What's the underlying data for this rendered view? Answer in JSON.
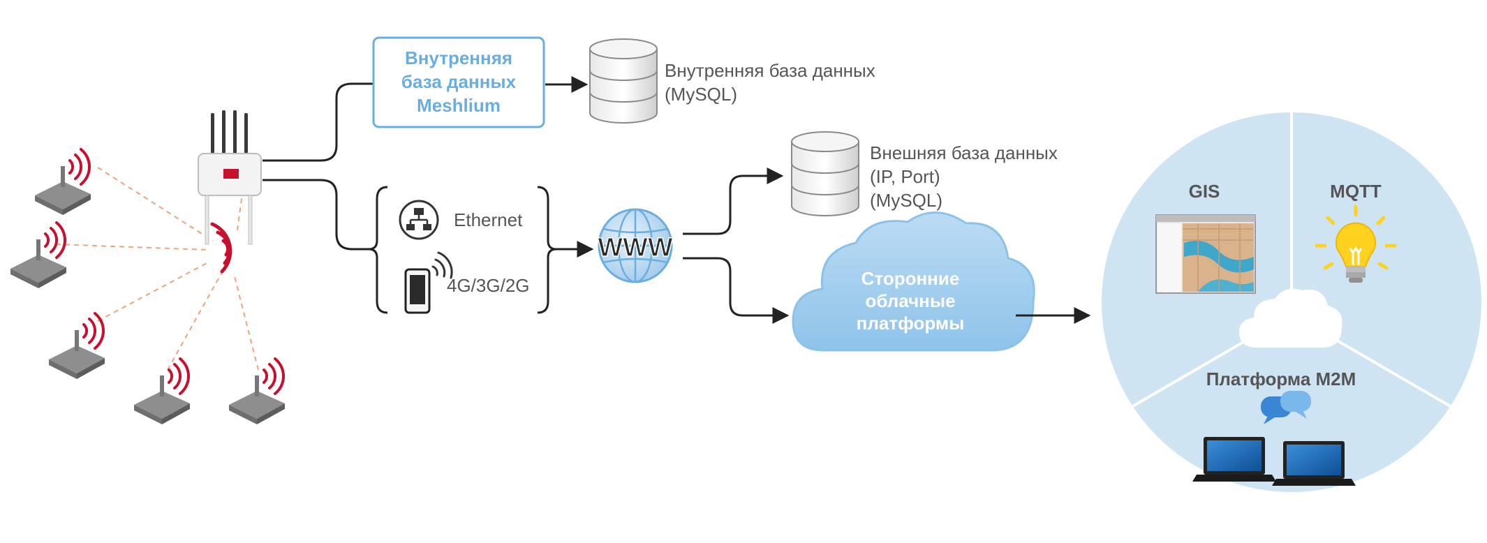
{
  "meshlium_db_box": {
    "line1": "Внутренняя",
    "line2": "база данных",
    "line3": "Meshlium"
  },
  "internal_db": {
    "line1": "Внутренняя база данных",
    "line2": "(MySQL)"
  },
  "external_db": {
    "line1": "Внешняя база данных",
    "line2": "(IP, Port)",
    "line3": "(MySQL)"
  },
  "connectivity": {
    "ethernet": "Ethernet",
    "cellular": "4G/3G/2G"
  },
  "www": {
    "label": "WWW"
  },
  "cloud": {
    "line1": "Сторонние",
    "line2": "облачные",
    "line3": "платформы"
  },
  "platforms": {
    "gis": "GIS",
    "mqtt": "MQTT",
    "m2m": "Платформа M2M"
  },
  "colors": {
    "accent_blue": "#6aaee0",
    "circle_fill": "#cfe4f3",
    "cloud_fill": "#a9d1ef",
    "signal_red": "#c8102e",
    "dash_orange": "#f2a27a",
    "line_dark": "#222222",
    "bulb_yellow": "#ffd21f"
  },
  "icons": {
    "sensor": "sensor-node-icon",
    "gateway": "meshlium-router-icon",
    "database": "database-icon",
    "ethernet": "ethernet-network-icon",
    "phone": "mobile-phone-icon",
    "globe": "globe-icon",
    "map": "gis-map-icon",
    "bulb": "lightbulb-icon",
    "chat": "chat-bubbles-icon",
    "laptop": "laptop-icon"
  }
}
